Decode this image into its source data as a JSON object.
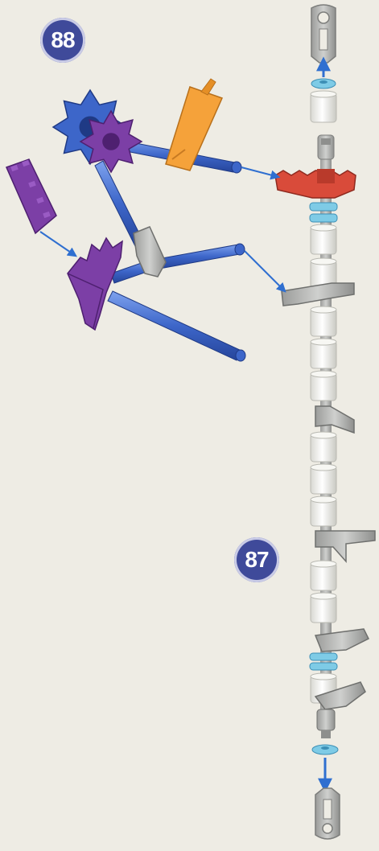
{
  "steps": {
    "step_88": {
      "number": "88"
    },
    "step_87": {
      "number": "87"
    }
  },
  "colors": {
    "background": "#eeece4",
    "badge": "#3f4a9a",
    "rod_blue": "#3d66c9",
    "rod_blue_dark": "#26459b",
    "connector_purple": "#7c3fa6",
    "connector_orange": "#f5a23a",
    "connector_red": "#d94b3a",
    "connector_gray": "#b9bab8",
    "spacer_white": "#f4f4f0",
    "spacer_light_blue": "#7ecbe6",
    "arrow_blue": "#2f6fd0"
  },
  "icons": {
    "step_marker": "numbered-circle",
    "attach_arrow": "arrow-icon"
  }
}
